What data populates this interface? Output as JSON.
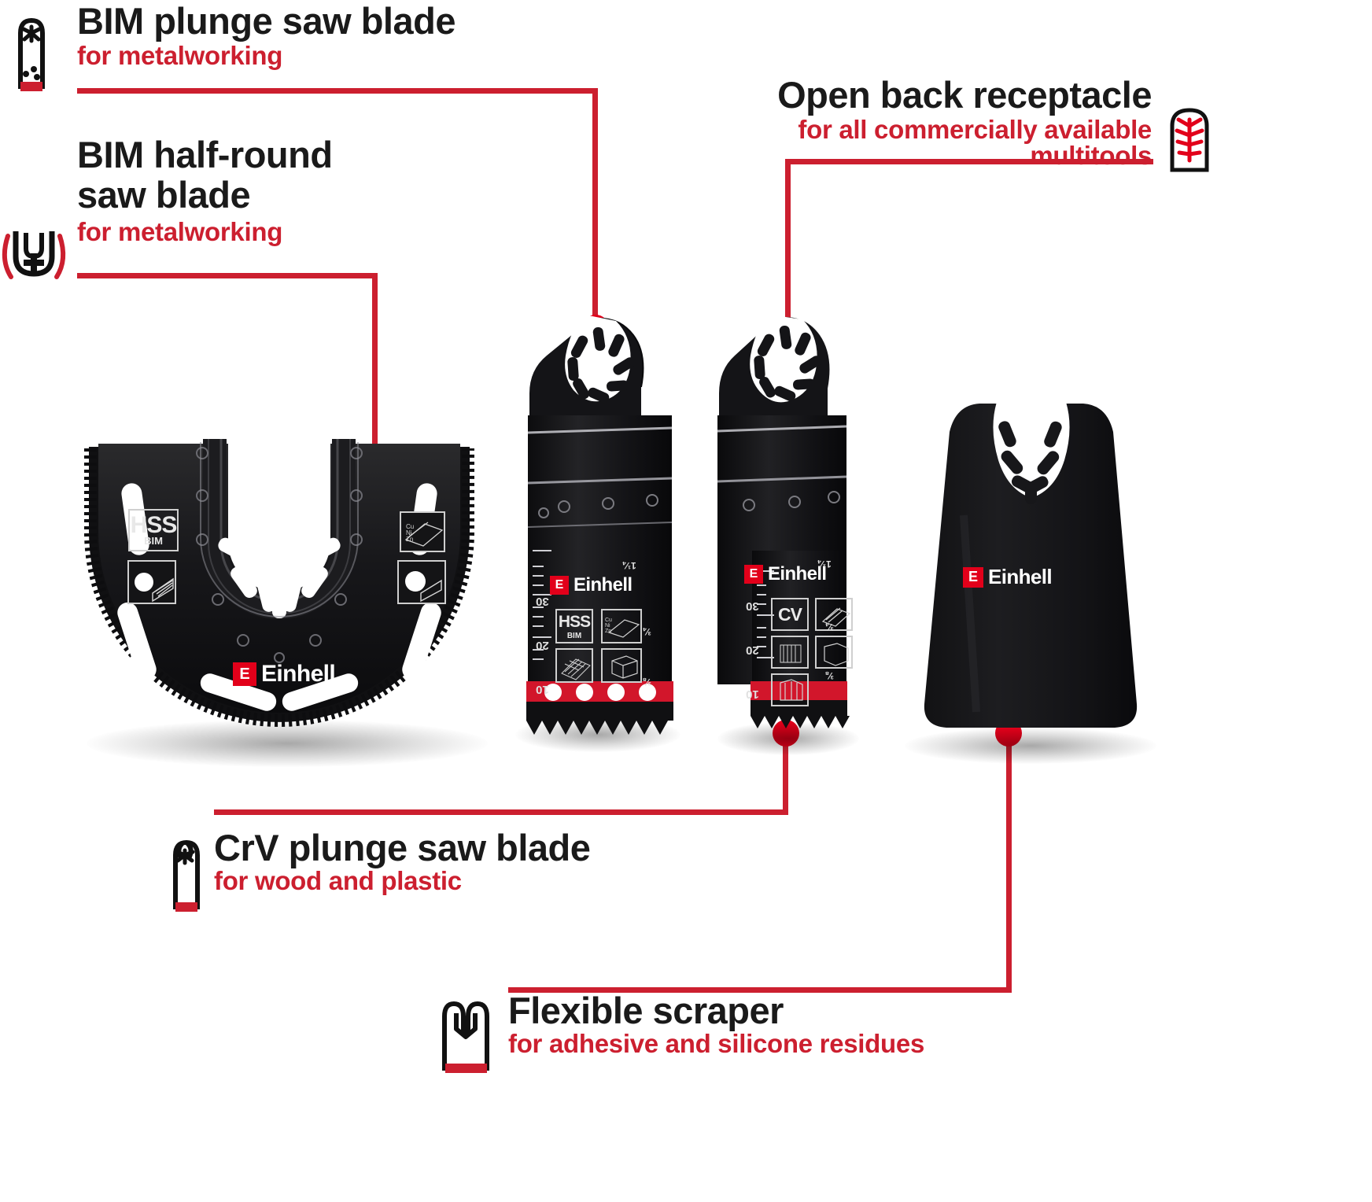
{
  "brand": {
    "name": "Einhell",
    "logo_letter": "E",
    "accent_color": "#e2001a"
  },
  "theme": {
    "title_color": "#1a1a1a",
    "subtitle_color": "#cc1f2f",
    "line_color": "#cc1f2f",
    "dot_color": "#e2001a",
    "background": "#ffffff"
  },
  "callouts": [
    {
      "id": "bim-plunge-saw-blade",
      "title": "BIM plunge saw blade",
      "subtitle": "for metalworking",
      "icon": "plunge-blade-metal-icon"
    },
    {
      "id": "bim-half-round-saw-blade",
      "title": "BIM half-round\nsaw blade",
      "subtitle": "for metalworking",
      "icon": "half-round-blade-icon"
    },
    {
      "id": "open-back-receptacle",
      "title": "Open back receptacle",
      "subtitle": "for all commercially available multitools",
      "icon": "open-back-receptacle-icon"
    },
    {
      "id": "crv-plunge-saw-blade",
      "title": "CrV plunge saw blade",
      "subtitle": "for wood and plastic",
      "icon": "plunge-blade-wood-icon"
    },
    {
      "id": "flexible-scraper",
      "title": "Flexible scraper",
      "subtitle": "for adhesive and silicone residues",
      "icon": "scraper-icon"
    }
  ],
  "products": [
    {
      "id": "half-round-saw-blade",
      "name": "BIM half-round saw blade",
      "material_label": "HSS",
      "material_sub": "BIM",
      "brand_label": "Einhell"
    },
    {
      "id": "bim-plunge-blade",
      "name": "BIM plunge saw blade",
      "material_label": "HSS",
      "material_sub": "BIM",
      "brand_label": "Einhell",
      "scale_marks": [
        "30",
        "20",
        "10"
      ],
      "scale_fractions": [
        "1¼",
        "¾",
        "⅜"
      ]
    },
    {
      "id": "crv-plunge-blade",
      "name": "CrV plunge saw blade",
      "material_label": "CV",
      "brand_label": "Einhell",
      "scale_marks": [
        "30",
        "20",
        "10"
      ],
      "scale_fractions": [
        "1¼",
        "¾",
        "⅜"
      ]
    },
    {
      "id": "flexible-scraper-blade",
      "name": "Flexible scraper",
      "brand_label": "Einhell"
    }
  ]
}
